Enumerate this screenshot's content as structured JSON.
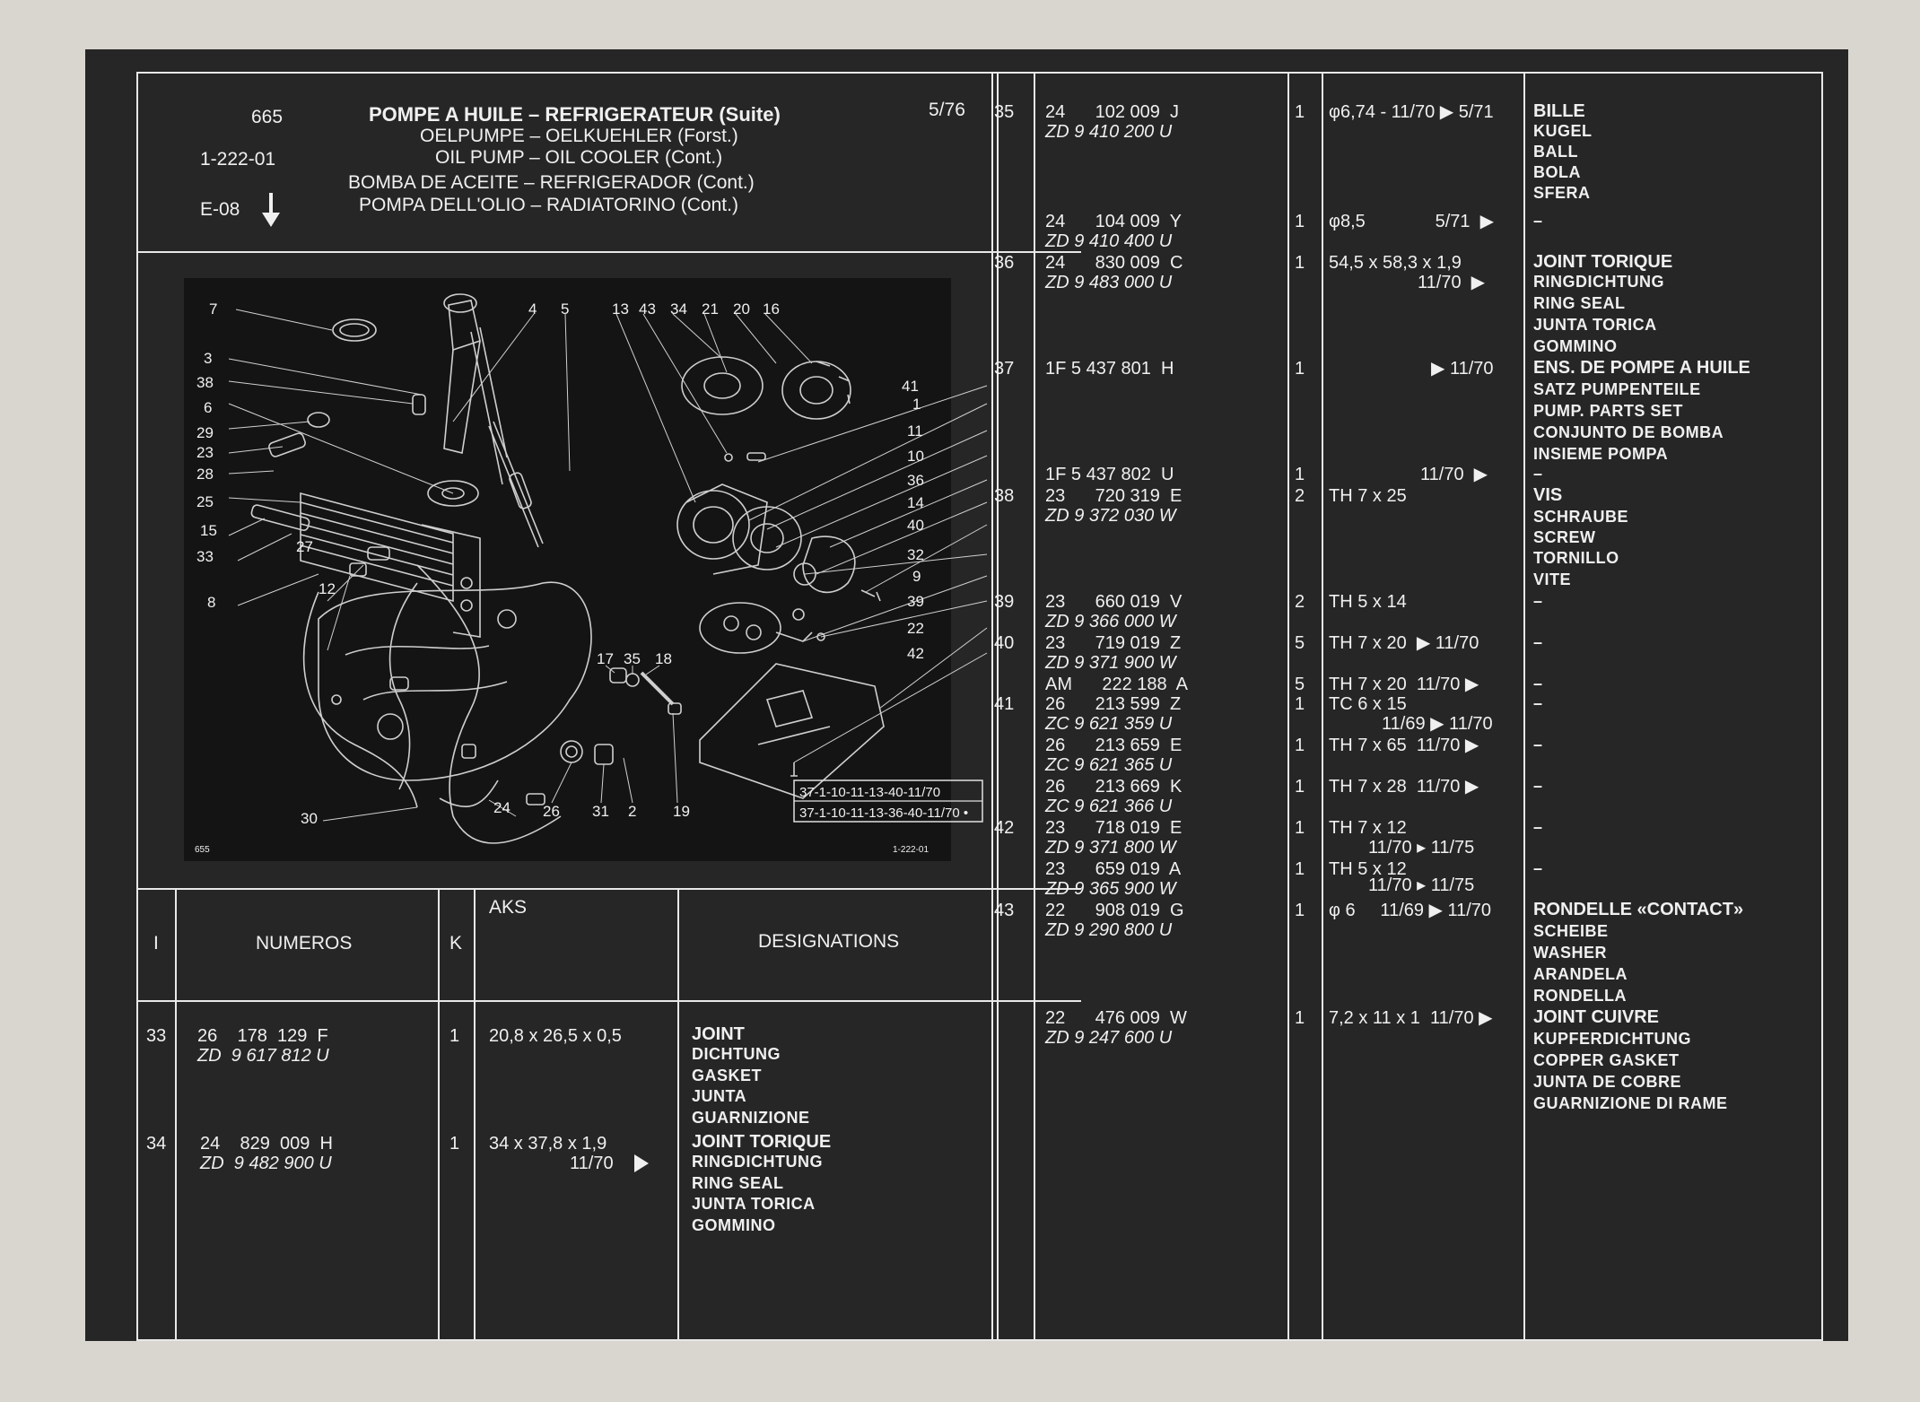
{
  "header": {
    "page_no": "665",
    "ref_code": "1-222-01",
    "section": "E-08",
    "date": "5/76",
    "titles": [
      "POMPE A HUILE – REFRIGERATEUR (Suite)",
      "OELPUMPE – OELKUEHLER (Forst.)",
      "OIL PUMP – OIL COOLER (Cont.)",
      "BOMBA DE ACEITE – REFRIGERADOR (Cont.)",
      "POMPA DELL'OLIO – RADIATORINO (Cont.)"
    ]
  },
  "diagram": {
    "labels": [
      "7",
      "3",
      "38",
      "6",
      "29",
      "23",
      "28",
      "25",
      "15",
      "33",
      "8",
      "27",
      "12",
      "30",
      "24",
      "26",
      "31",
      "2",
      "19",
      "17",
      "35",
      "18",
      "4",
      "5",
      "13",
      "43",
      "34",
      "21",
      "20",
      "16",
      "41",
      "1",
      "11",
      "10",
      "36",
      "14",
      "40",
      "32",
      "9",
      "39",
      "22",
      "42"
    ],
    "footer_left": "655",
    "footer_right": "1-222-01",
    "legend": [
      "37-1-10-11-13-40-11/70",
      "37-1-10-11-13-36-40-11/70 •"
    ]
  },
  "columns": {
    "i": "I",
    "numeros": "NUMEROS",
    "k": "K",
    "aks": "AKS",
    "designations": "DESIGNATIONS"
  },
  "left_rows": [
    {
      "i": "33",
      "num": "26    178  129  F",
      "alt": "ZD  9 617 812 U",
      "k": "1",
      "aks": "20,8 x 26,5 x 0,5",
      "aks2": "",
      "arrow": false,
      "des": [
        "JOINT",
        "DICHTUNG",
        "GASKET",
        "JUNTA",
        "GUARNIZIONE"
      ]
    },
    {
      "i": "34",
      "num": "24    829  009  H",
      "alt": "ZD  9 482 900 U",
      "k": "1",
      "aks": "34 x 37,8 x 1,9",
      "aks2": "11/70",
      "arrow": true,
      "des": [
        "JOINT TORIQUE",
        "RINGDICHTUNG",
        "RING SEAL",
        "JUNTA TORICA",
        "GOMMINO"
      ]
    }
  ],
  "right_rows": [
    {
      "i": "35",
      "num": "24      102 009  J",
      "alt": "ZD 9 410 200 U",
      "k": "1",
      "aks": "φ6,74 - 11/70 ▶ 5/71",
      "des": [
        "BILLE",
        "KUGEL",
        "BALL",
        "BOLA",
        "SFERA"
      ]
    },
    {
      "i": "",
      "num": "24      104 009  Y",
      "alt": "ZD 9 410 400 U",
      "k": "1",
      "aks": "φ8,5              5/71  ▶",
      "des": [
        "–"
      ]
    },
    {
      "i": "36",
      "num": "24      830 009  C",
      "alt": "ZD 9 483 000 U",
      "k": "1",
      "aks": "54,5 x 58,3 x 1,9",
      "aks2": "11/70  ▶",
      "des": [
        "JOINT TORIQUE",
        "RINGDICHTUNG",
        "RING SEAL",
        "JUNTA TORICA",
        "GOMMINO"
      ]
    },
    {
      "i": "37",
      "num": "1F 5 437 801  H",
      "alt": "",
      "k": "1",
      "aks": "▶ 11/70",
      "des": [
        "ENS. DE POMPE A HUILE",
        "SATZ PUMPENTEILE",
        "PUMP. PARTS SET",
        "CONJUNTO DE BOMBA",
        "INSIEME POMPA"
      ]
    },
    {
      "i": "",
      "num": "1F 5 437 802  U",
      "alt": "",
      "k": "1",
      "aks": "11/70  ▶",
      "des": [
        "–"
      ]
    },
    {
      "i": "38",
      "num": "23      720 319  E",
      "alt": "ZD 9 372 030 W",
      "k": "2",
      "aks": "TH 7 x 25",
      "des": [
        "VIS",
        "SCHRAUBE",
        "SCREW",
        "TORNILLO",
        "VITE"
      ]
    },
    {
      "i": "39",
      "num": "23      660 019  V",
      "alt": "ZD 9 366 000 W",
      "k": "2",
      "aks": "TH 5 x 14",
      "des": [
        "–"
      ]
    },
    {
      "i": "40",
      "num": "23      719 019  Z",
      "alt": "ZD 9 371 900 W",
      "k": "5",
      "aks": "TH 7 x 20  ▶ 11/70",
      "des": [
        "–"
      ]
    },
    {
      "i": "",
      "num": "AM      222 188  A",
      "alt": "",
      "k": "5",
      "aks": "TH 7 x 20  11/70 ▶",
      "des": [
        "–"
      ]
    },
    {
      "i": "41",
      "num": "26      213 599  Z",
      "alt": "ZC 9 621 359 U",
      "k": "1",
      "aks": "TC 6 x 15",
      "aks2": "11/69 ▶ 11/70",
      "des": [
        "–"
      ]
    },
    {
      "i": "",
      "num": "26      213 659  E",
      "alt": "ZC 9 621 365 U",
      "k": "1",
      "aks": "TH 7 x 65  11/70 ▶",
      "des": [
        "–"
      ]
    },
    {
      "i": "",
      "num": "26      213 669  K",
      "alt": "ZC 9 621 366 U",
      "k": "1",
      "aks": "TH 7 x 28  11/70 ▶",
      "des": [
        "–"
      ]
    },
    {
      "i": "42",
      "num": "23      718 019  E",
      "alt": "ZD 9 371 800 W",
      "k": "1",
      "aks": "TH 7 x 12",
      "aks2": "11/70 ▸ 11/75",
      "des": [
        "–"
      ]
    },
    {
      "i": "",
      "num": "23      659 019  A",
      "alt": "ZD 9 365 900 W",
      "k": "1",
      "aks": "TH 5 x 12",
      "aks2": "11/70 ▸ 11/75",
      "des": [
        "–"
      ]
    },
    {
      "i": "43",
      "num": "22      908 019  G",
      "alt": "ZD 9 290 800 U",
      "k": "1",
      "aks": "φ 6     11/69 ▶ 11/70",
      "des": [
        "RONDELLE «CONTACT»",
        "SCHEIBE",
        "WASHER",
        "ARANDELA",
        "RONDELLA"
      ]
    },
    {
      "i": "",
      "num": "22      476 009  W",
      "alt": "ZD 9 247 600 U",
      "k": "1",
      "aks": "7,2 x 11 x 1  11/70 ▶",
      "des": [
        "JOINT CUIVRE",
        "KUPFERDICHTUNG",
        "COPPER GASKET",
        "JUNTA DE COBRE",
        "GUARNIZIONE DI RAME"
      ]
    }
  ]
}
